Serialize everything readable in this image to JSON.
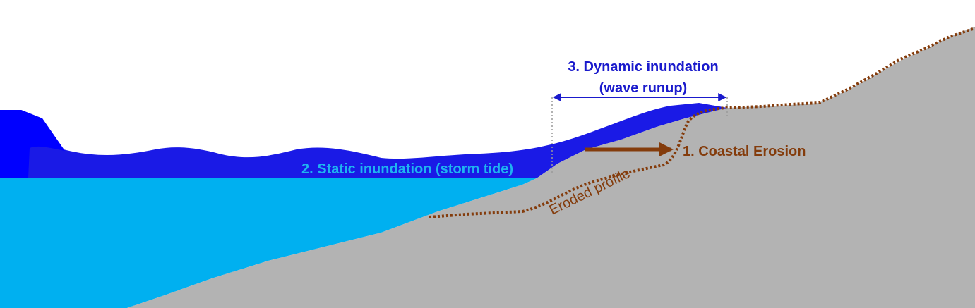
{
  "labels": {
    "dynamic_line1": "3. Dynamic inundation",
    "dynamic_line2": "(wave runup)",
    "static": "2. Static inundation (storm tide)",
    "erosion": "1. Coastal Erosion",
    "eroded_profile": "Eroded profile"
  },
  "colors": {
    "ground": "#b3b3b3",
    "still_water": "#00b0f0",
    "storm_surge": "#1a1ae6",
    "wave_crest": "#0000ff",
    "erosion_brown": "#843c0c",
    "static_label": "#1eb4f0",
    "dynamic_label": "#1a1acc",
    "guide_line": "#999999"
  }
}
